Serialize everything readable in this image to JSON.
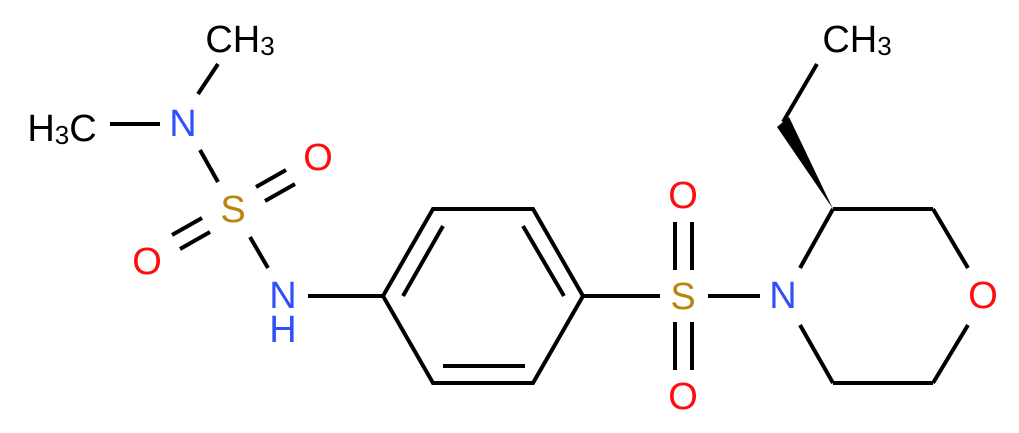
{
  "molecule": {
    "description": "Structural formula of a sulfamide-substituted phenylsulfonyl (3S)-3-ethylmorpholine",
    "colors": {
      "carbon": "#000000",
      "nitrogen": "#3050F8",
      "oxygen": "#FF0D0D",
      "sulfur": "#B8860B",
      "bond": "#000000"
    },
    "atoms": {
      "methyl_top": {
        "main": "CH",
        "sub": "3"
      },
      "methyl_left": {
        "pre": "H",
        "sub": "3",
        "main": "C"
      },
      "n_dimethyl": "N",
      "s_sulfamide": "S",
      "o_sulfamide_right": "O",
      "o_sulfamide_left": "O",
      "nh": {
        "n": "N",
        "h": "H"
      },
      "s_sulfonyl": "S",
      "o_sulfonyl_top": "O",
      "o_sulfonyl_bottom": "O",
      "n_morpholine": "N",
      "o_morpholine": "O",
      "ethyl_methyl": {
        "main": "CH",
        "sub": "3"
      }
    }
  }
}
